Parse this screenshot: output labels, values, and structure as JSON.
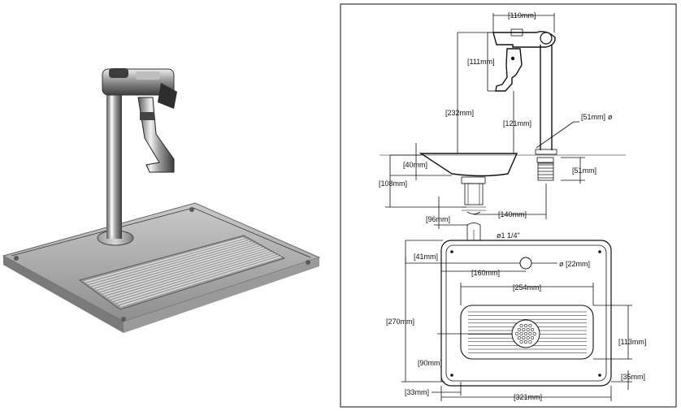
{
  "dimensions": {
    "d110": "[110mm]",
    "d111": "[111mm]",
    "d232": "[232mm]",
    "d121": "[121mm]",
    "d51a": "[51mm]",
    "phi": "ø",
    "d40": "[40mm]",
    "d51b": "[51mm]",
    "d108": "[108mm]",
    "d140": "[140mm]",
    "d96": "[96mm]",
    "drain": "ø1 1/4\"",
    "d41": "[41mm]",
    "d160": "[160mm]",
    "d22": "ø [22mm]",
    "d254": "[254mm]",
    "d270": "[270mm]",
    "d113": "[113mm]",
    "d90": "[90mm]",
    "d35": "[35mm]",
    "d33": "[33mm]",
    "d321": "[321mm]"
  },
  "colors": {
    "steel_light": "#d8d8d8",
    "steel_mid": "#a8a8a8",
    "steel_dark": "#5a5a5a",
    "chrome": "#cfcfcf"
  }
}
